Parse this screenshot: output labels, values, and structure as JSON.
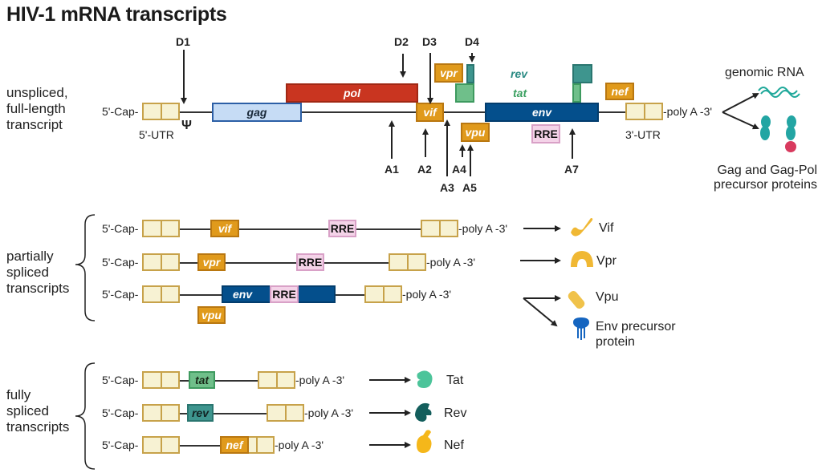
{
  "title": "HIV-1 mRNA transcripts",
  "colors": {
    "utr": "#f7f2d3",
    "accessory": "#e09a1c",
    "env": "#044f8c",
    "gag": "#c6dcf5",
    "pol": "#c93520",
    "rre": "#f4d3e8",
    "tat": "#6fbf8a",
    "rev": "#3e958e"
  },
  "unspliced": {
    "label_lines": [
      "unspliced,",
      "full-length",
      "transcript"
    ],
    "cap": "5'-Cap-",
    "polyA": "-poly A -3'",
    "utr5": "5'-UTR",
    "utr3": "3'-UTR",
    "psi": "Ψ",
    "genes": {
      "gag": "gag",
      "pol": "pol",
      "vif": "vif",
      "vpr": "vpr",
      "vpu": "vpu",
      "env": "env",
      "nef": "nef",
      "rre": "RRE",
      "rev": "rev",
      "tat": "tat"
    },
    "donor_sites": [
      "D1",
      "D2",
      "D3",
      "D4"
    ],
    "acceptor_sites": [
      "A1",
      "A2",
      "A3",
      "A4",
      "A5",
      "A7"
    ],
    "products": {
      "genomic": "genomic RNA",
      "gag_line1": "Gag and Gag-Pol",
      "gag_line2": "precursor proteins"
    }
  },
  "partial": {
    "label_lines": [
      "partially",
      "spliced",
      "transcripts"
    ],
    "rows": [
      {
        "cap": "5'-Cap-",
        "gene": "vif",
        "rre": "RRE",
        "polyA": "-poly A -3'",
        "product": "Vif"
      },
      {
        "cap": "5'-Cap-",
        "gene": "vpr",
        "rre": "RRE",
        "polyA": "-poly A -3'",
        "product": "Vpr"
      },
      {
        "cap": "5'-Cap-",
        "gene": "env",
        "extra": "vpu",
        "rre": "RRE",
        "polyA": "-poly A -3'",
        "product": "Vpu",
        "product2_line1": "Env precursor",
        "product2_line2": "protein"
      }
    ]
  },
  "full": {
    "label_lines": [
      "fully",
      "spliced",
      "transcripts"
    ],
    "rows": [
      {
        "cap": "5'-Cap-",
        "gene": "tat",
        "polyA": "-poly A -3'",
        "product": "Tat"
      },
      {
        "cap": "5'-Cap-",
        "gene": "rev",
        "polyA": "-poly A -3'",
        "product": "Rev"
      },
      {
        "cap": "5'-Cap-",
        "gene": "nef",
        "polyA": "-poly A -3'",
        "product": "Nef"
      }
    ]
  }
}
